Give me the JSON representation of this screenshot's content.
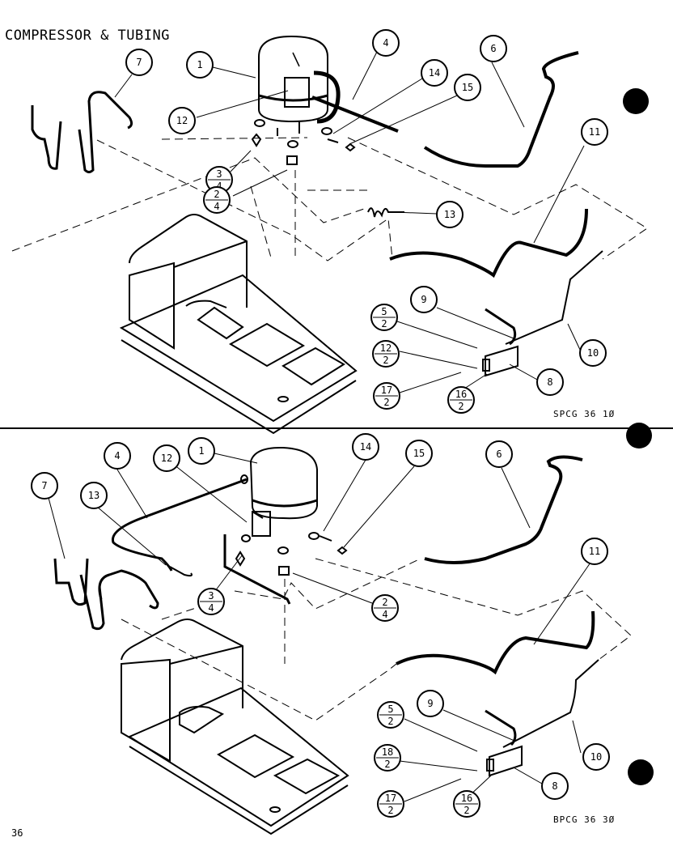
{
  "title": "COMPRESSOR & TUBING",
  "page_number": "36",
  "top": {
    "model_code": "SPCG 36 1Ø",
    "callouts": [
      "1",
      "4",
      "6",
      "7",
      "9",
      "10",
      "11",
      "12",
      "13",
      "14",
      "15",
      "8"
    ],
    "fractions": [
      {
        "num": "3",
        "den": "4"
      },
      {
        "num": "2",
        "den": "4"
      },
      {
        "num": "5",
        "den": "2"
      },
      {
        "num": "12",
        "den": "2"
      },
      {
        "num": "17",
        "den": "2"
      },
      {
        "num": "16",
        "den": "2"
      }
    ]
  },
  "bottom": {
    "model_code": "BPCG 36 3Ø",
    "callouts": [
      "1",
      "12",
      "14",
      "15",
      "6",
      "4",
      "7",
      "13",
      "11",
      "9",
      "10",
      "8"
    ],
    "fractions": [
      {
        "num": "3",
        "den": "4"
      },
      {
        "num": "2",
        "den": "4"
      },
      {
        "num": "5",
        "den": "2"
      },
      {
        "num": "18",
        "den": "2"
      },
      {
        "num": "17",
        "den": "2"
      },
      {
        "num": "16",
        "den": "2"
      }
    ]
  }
}
